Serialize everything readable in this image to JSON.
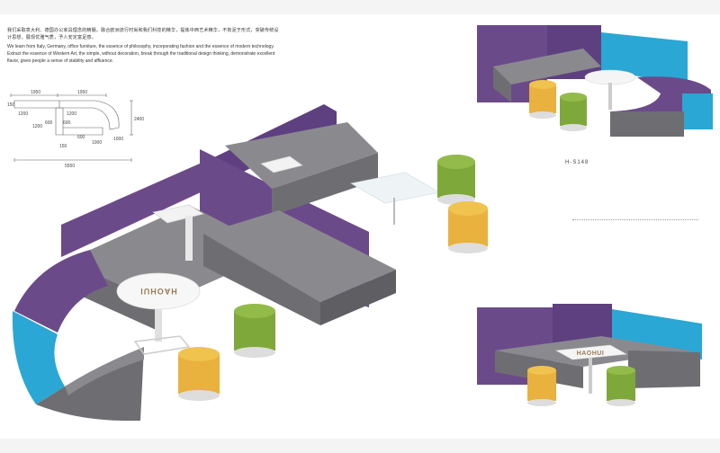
{
  "intro": {
    "cn_line1": "我们采取意大利、德国办公家具理念的精髓，融合欧洲流行时尚和我们科技的精华，提炼中西艺术精华，不拘泥于形式，突破传统设",
    "cn_line2": "计思想，展现优雅气质，予人安定富足感。",
    "en_line1": "We learn from Italy, Germany, office furniture, the essence of philosophy, incorporating fashion and the essence of modern technology.",
    "en_line2": "Extract the essence of Western Art, the simple, without decoration, break through the traditional design thinking, demonstrate excellent",
    "en_line3": "flavor, gives people a sense of stability and affluence."
  },
  "dimensions": {
    "d1": "1950",
    "d2": "1950",
    "d3": "1200",
    "d4": "1200",
    "d5": "600",
    "d6": "1200",
    "d7": "600",
    "d8": "150",
    "d9": "1000",
    "d10": "1000",
    "d11": "600",
    "d12": "150",
    "d13": "2400",
    "total": "5550"
  },
  "model_code": "H-S148",
  "brand": {
    "main_table": "HAOHUI",
    "bottom_table": "HAOHUI"
  },
  "colors": {
    "purple": "#6b4a8a",
    "purple_dark": "#5a3d78",
    "blue": "#2aa7d4",
    "gray_top": "#8a8a8e",
    "gray_side": "#6e6e72",
    "green": "#7fa83a",
    "yellow": "#e9b13d"
  }
}
